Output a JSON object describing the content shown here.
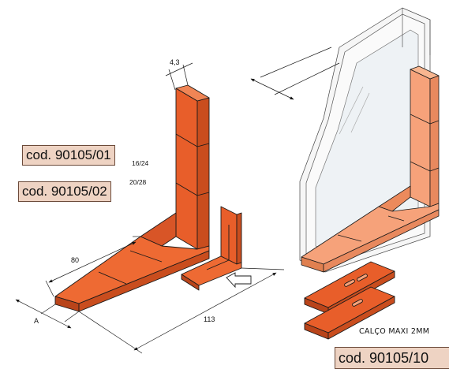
{
  "dimensions": {
    "thickness": "4,3",
    "length": "80",
    "width": "A",
    "depth": "113"
  },
  "codes": [
    {
      "code": "cod. 90105/01",
      "range": "16/24"
    },
    {
      "code": "cod. 90105/02",
      "range": "20/28"
    }
  ],
  "shim": {
    "name": "CALÇO MAXI 2MM",
    "code": "cod. 90105/10"
  },
  "colors": {
    "part_orange": "#e85e2a",
    "part_orange_dark": "#b9441a",
    "part_orange_light": "#f6a27a",
    "label_bg": "#eed3c3",
    "outline": "#1a1a1a"
  }
}
